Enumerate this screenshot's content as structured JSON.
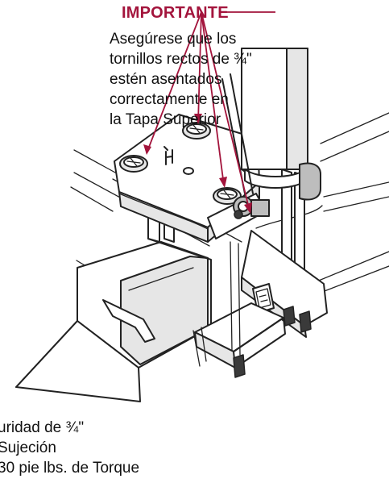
{
  "callout": {
    "title": "IMPORTANTE",
    "lines": [
      "Asegúrese que los",
      "tornillos rectos de ¾\"",
      "estén asentados",
      "correctamente en",
      "la Tapa Superior"
    ]
  },
  "bottom_note": {
    "lines": [
      "uridad de ¾\"",
      " Sujeción",
      "30 pie lbs. de Torque"
    ]
  },
  "colors": {
    "accent": "#a3143c",
    "line": "#222222"
  },
  "icons": {
    "mount_logo": "hitch-logo-icon"
  }
}
